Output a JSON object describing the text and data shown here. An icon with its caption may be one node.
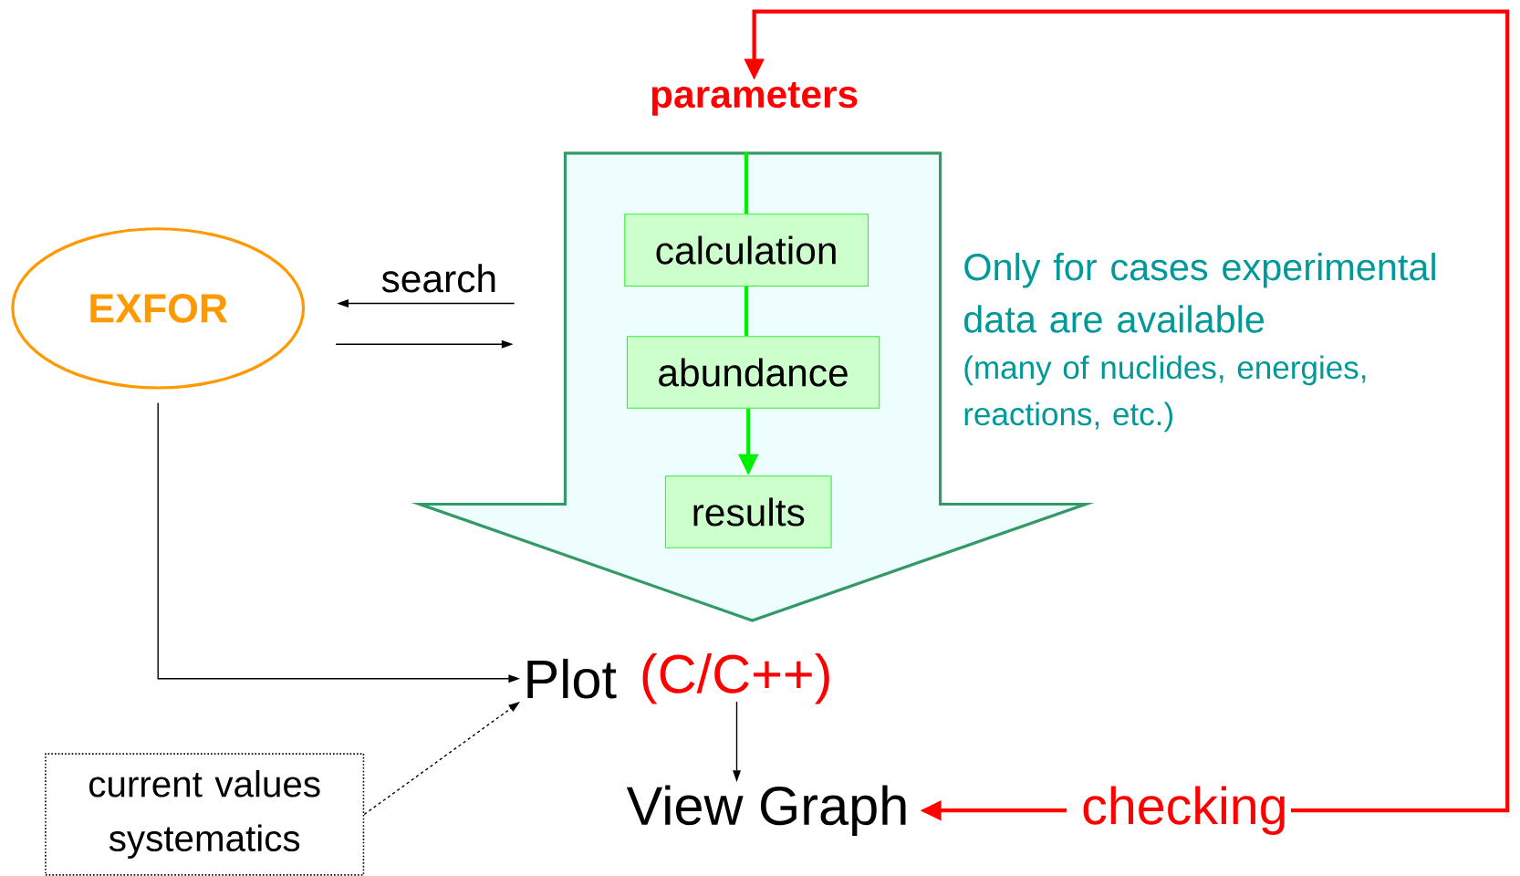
{
  "diagram": {
    "nodes": [
      {
        "text": [
          "parameters"
        ]
      },
      {
        "text": [],
        "shape": "arrow"
      },
      {
        "text": [
          "calculation"
        ],
        "in": 1
      },
      {
        "text": [
          "abundance"
        ],
        "in": 1
      },
      {
        "text": [
          "results"
        ],
        "in": 1
      },
      {
        "text": [
          "EXFOR"
        ]
      },
      {
        "text": [
          "Plot"
        ],
        "beside": [
          "(C/C++)"
        ]
      },
      {
        "text": [
          "View Graph"
        ]
      },
      {
        "text": [
          "checking"
        ]
      },
      {
        "text": [
          "current values systematics"
        ]
      }
    ],
    "edges": [
      {
        "from": 8,
        "to": 0,
        "arrow": "to",
        "style": "thick",
        "color": "#ff0000"
      },
      {
        "from": 1,
        "to": 2,
        "arrow": "none",
        "style": "thick",
        "color": "#00ee00"
      },
      {
        "from": 2,
        "to": 3,
        "arrow": "none",
        "style": "thick",
        "color": "#00ee00"
      },
      {
        "from": 3,
        "to": 4,
        "arrow": "to",
        "style": "thick",
        "color": "#00ee00"
      },
      {
        "from": 1,
        "to": 5,
        "arrow": "to",
        "label": "search"
      },
      {
        "from": 5,
        "to": 1,
        "arrow": "to"
      },
      {
        "from": 5,
        "to": 6,
        "arrow": "to"
      },
      {
        "from": 6,
        "to": 7,
        "arrow": "to"
      },
      {
        "from": 8,
        "to": 7,
        "arrow": "to",
        "style": "thick",
        "color": "#ff0000"
      },
      {
        "from": 9,
        "to": 6,
        "arrow": "to",
        "style": "dashed"
      }
    ],
    "labels": [
      "Only for cases experimental data are available",
      "(many of nuclides, energies, reactions, etc.)"
    ]
  }
}
